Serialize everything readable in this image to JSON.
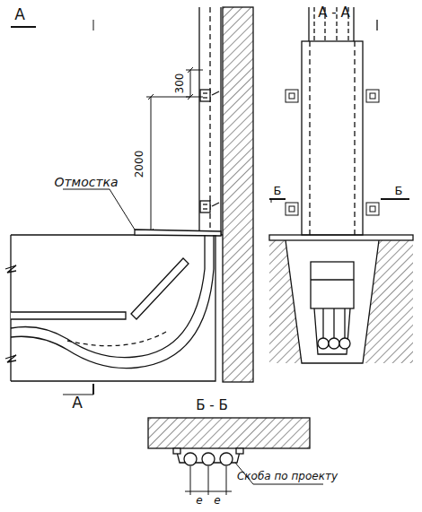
{
  "diagram": {
    "labels": [
      "А",
      "А - А",
      "300",
      "2000",
      "Отмостка",
      "Б",
      "Б",
      "А",
      "Б - Б",
      "Скоба по проекту",
      "е",
      "е"
    ]
  }
}
